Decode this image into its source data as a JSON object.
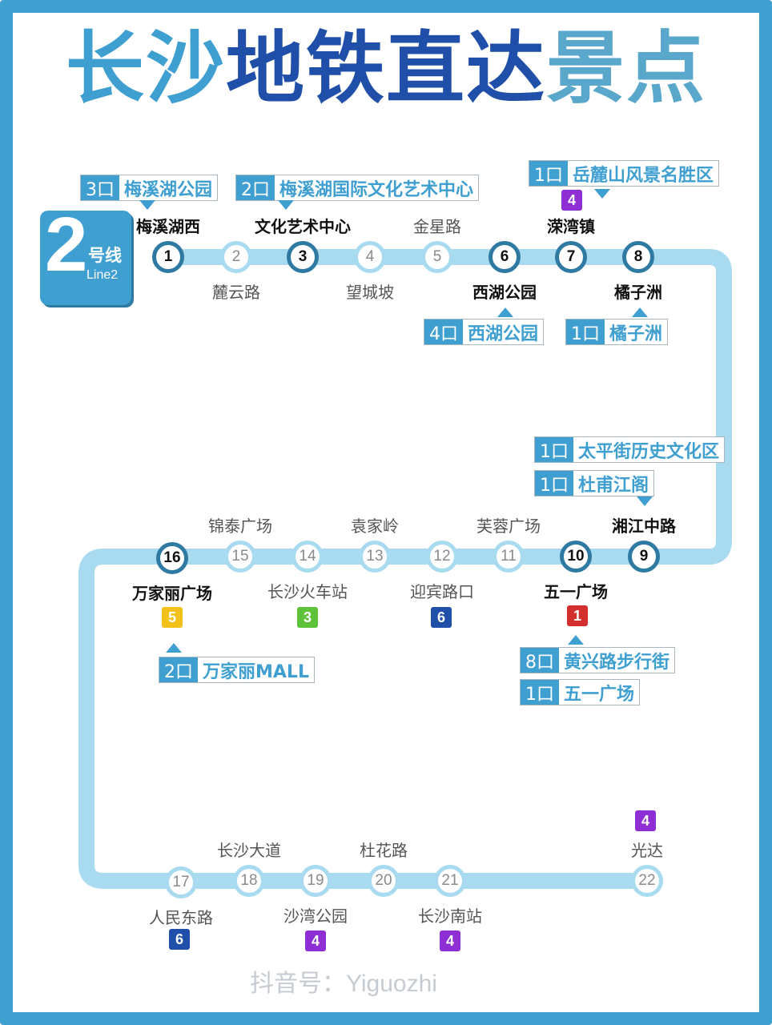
{
  "title": {
    "part1": "长沙",
    "part2": "地铁直达",
    "part3": "景点"
  },
  "colors": {
    "title1": "#3f9fd1",
    "title2": "#1f4fa8",
    "title3": "#5aa7cc",
    "route": "#a8daf0",
    "line2": "#3f9fd1",
    "line1": "#d32f2f",
    "line4": "#8e2fd6",
    "line5": "#f2c21b",
    "line6": "#1f4fa8",
    "line3": "#5ec23a"
  },
  "line": {
    "number": "2",
    "label": "号线",
    "en": "Line2"
  },
  "stations": [
    {
      "num": "1",
      "name": "梅溪湖西",
      "transfer": true
    },
    {
      "num": "2",
      "name": "麓云路",
      "transfer": false
    },
    {
      "num": "3",
      "name": "文化艺术中心",
      "transfer": true
    },
    {
      "num": "4",
      "name": "望城坡",
      "transfer": false
    },
    {
      "num": "5",
      "name": "金星路",
      "transfer": false
    },
    {
      "num": "6",
      "name": "西湖公园",
      "transfer": true
    },
    {
      "num": "7",
      "name": "溁湾镇",
      "transfer": true
    },
    {
      "num": "8",
      "name": "橘子洲",
      "transfer": true
    },
    {
      "num": "9",
      "name": "湘江中路",
      "transfer": true
    },
    {
      "num": "10",
      "name": "五一广场",
      "transfer": true
    },
    {
      "num": "11",
      "name": "芙蓉广场",
      "transfer": false
    },
    {
      "num": "12",
      "name": "迎宾路口",
      "transfer": false
    },
    {
      "num": "13",
      "name": "袁家岭",
      "transfer": false
    },
    {
      "num": "14",
      "name": "长沙火车站",
      "transfer": false
    },
    {
      "num": "15",
      "name": "锦泰广场",
      "transfer": false
    },
    {
      "num": "16",
      "name": "万家丽广场",
      "transfer": true
    },
    {
      "num": "17",
      "name": "人民东路",
      "transfer": false
    },
    {
      "num": "18",
      "name": "长沙大道",
      "transfer": false
    },
    {
      "num": "19",
      "name": "沙湾公园",
      "transfer": false
    },
    {
      "num": "20",
      "name": "杜花路",
      "transfer": false
    },
    {
      "num": "21",
      "name": "长沙南站",
      "transfer": false
    },
    {
      "num": "22",
      "name": "光达",
      "transfer": false
    }
  ],
  "transfers": [
    {
      "station": "7",
      "line": "4",
      "color": "#8e2fd6"
    },
    {
      "station": "10",
      "line": "1",
      "color": "#d32f2f"
    },
    {
      "station": "12",
      "line": "6",
      "color": "#1f4fa8"
    },
    {
      "station": "14",
      "line": "3",
      "color": "#5ec23a"
    },
    {
      "station": "16",
      "line": "5",
      "color": "#f2c21b"
    },
    {
      "station": "17",
      "line": "6",
      "color": "#1f4fa8"
    },
    {
      "station": "19",
      "line": "4",
      "color": "#8e2fd6"
    },
    {
      "station": "21",
      "line": "4",
      "color": "#8e2fd6"
    },
    {
      "station": "22",
      "line": "4",
      "color": "#8e2fd6"
    }
  ],
  "exits": [
    {
      "gate": "3口",
      "place": "梅溪湖公园"
    },
    {
      "gate": "2口",
      "place": "梅溪湖国际文化艺术中心"
    },
    {
      "gate": "1口",
      "place": "岳麓山风景名胜区"
    },
    {
      "gate": "4口",
      "place": "西湖公园"
    },
    {
      "gate": "1口",
      "place": "橘子洲"
    },
    {
      "gate": "1口",
      "place": "太平街历史文化区"
    },
    {
      "gate": "1口",
      "place": "杜甫江阁"
    },
    {
      "gate": "8口",
      "place": "黄兴路步行街"
    },
    {
      "gate": "1口",
      "place": "五一广场"
    },
    {
      "gate": "2口",
      "place": "万家丽MALL"
    }
  ],
  "watermark": "抖音号：Yiguozhi"
}
